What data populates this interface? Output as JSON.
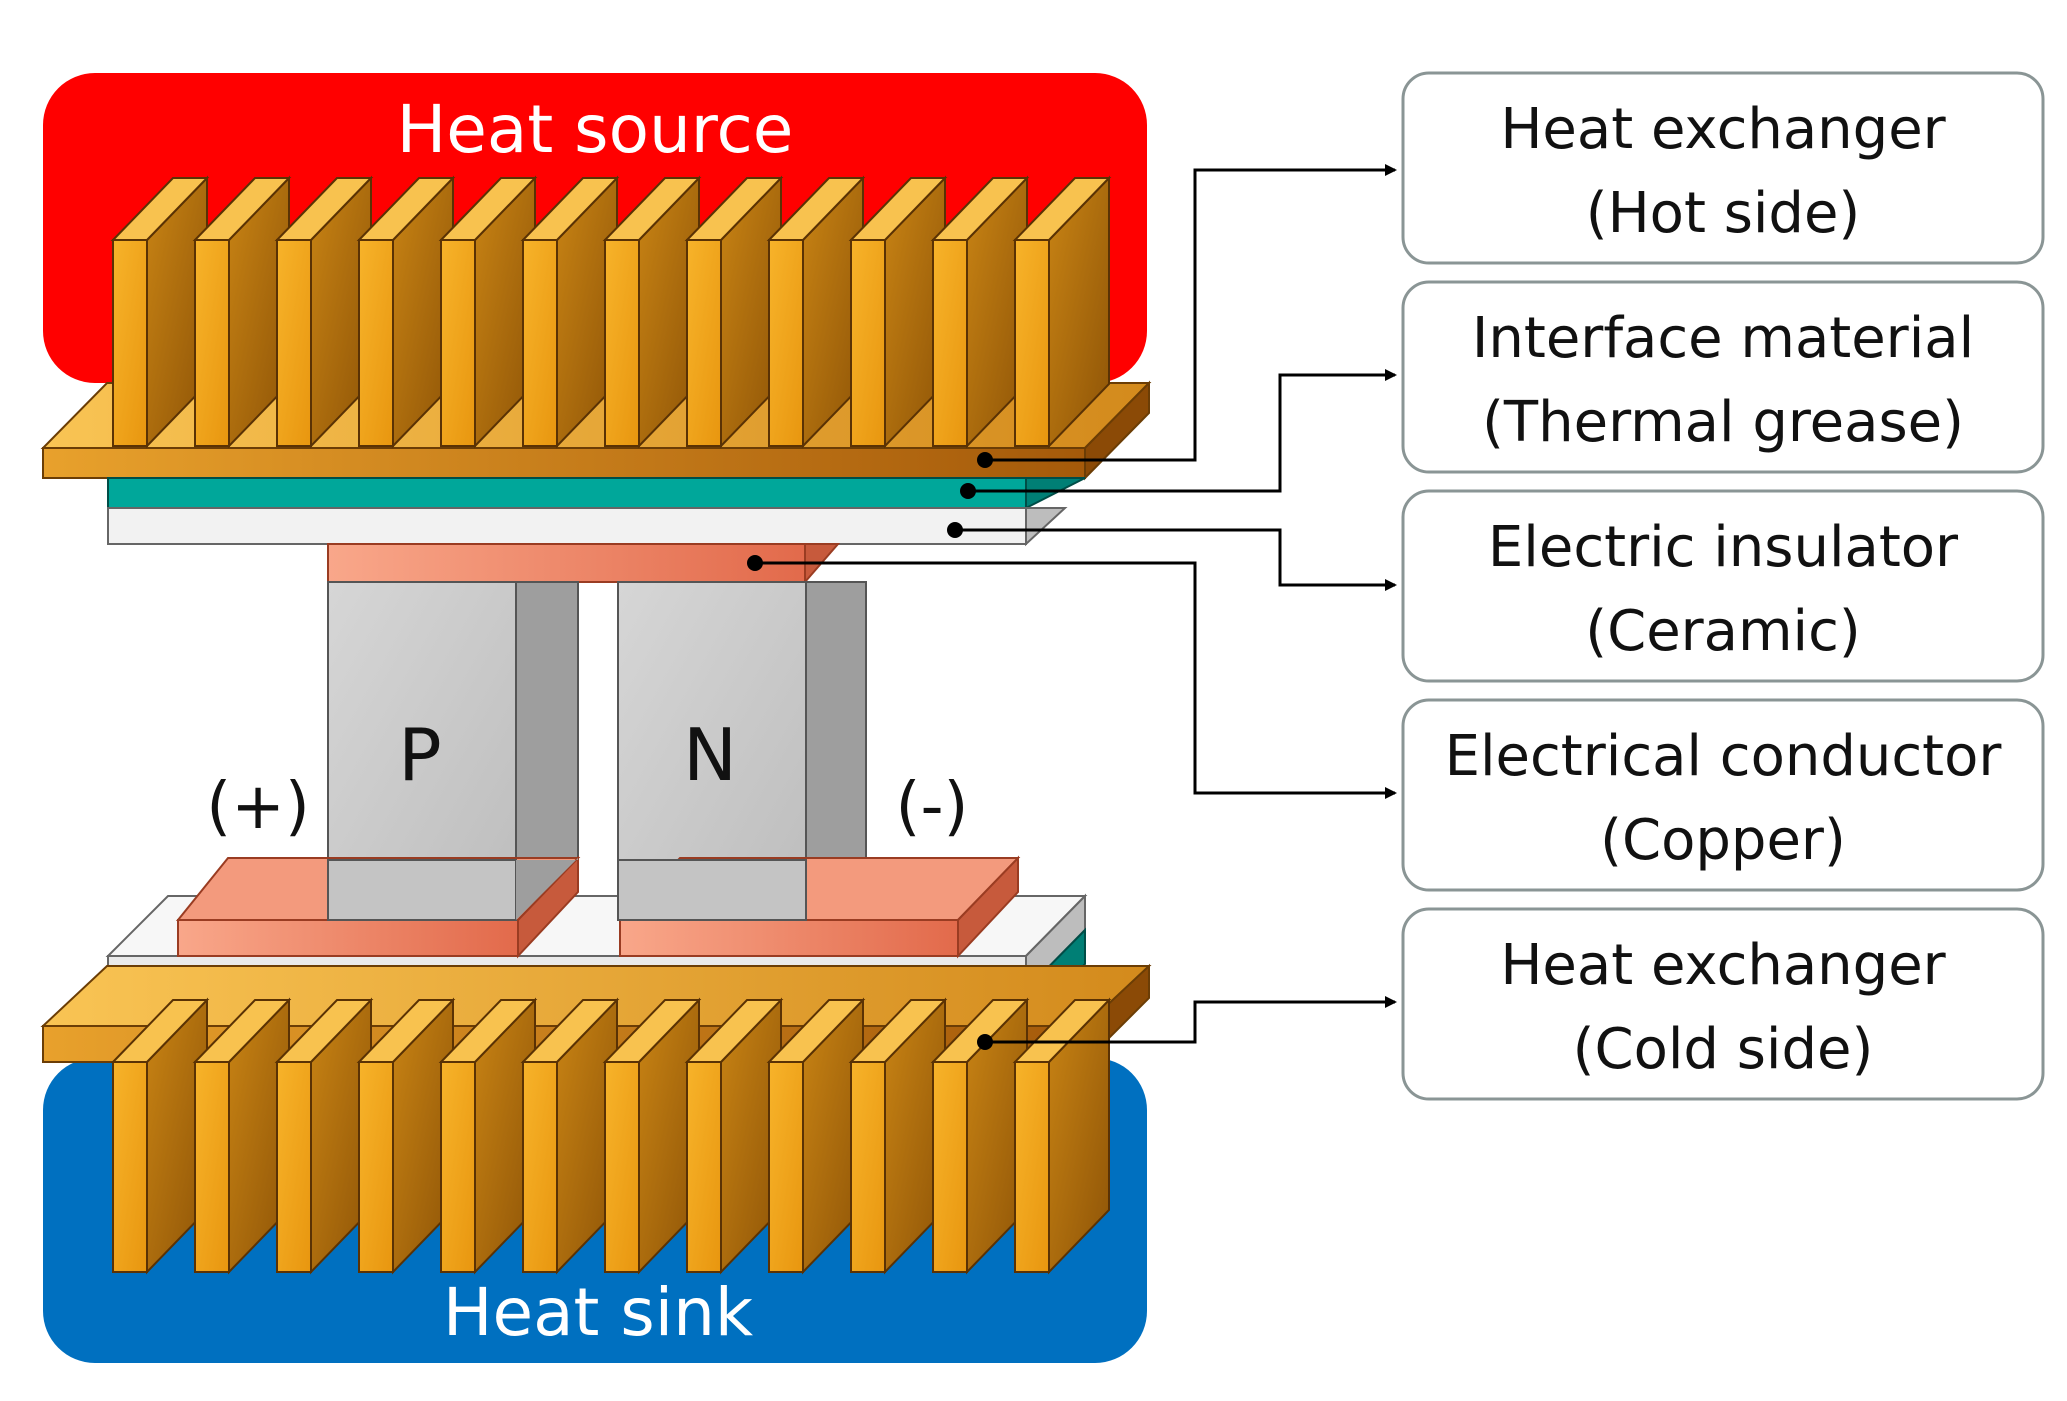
{
  "title": "",
  "colors": {
    "heat_source": "#FF0000",
    "heat_sink": "#0070C0",
    "fin_light": "#F3A81C",
    "fin_dark": "#A0620A",
    "interface": "#00A79A",
    "ceramic": "#EFEFEF",
    "copper": "#F2957A",
    "semiconductor": "#C9C9C9",
    "box_border": "#8A9595"
  },
  "zones": {
    "heat_source": "Heat source",
    "heat_sink": "Heat sink"
  },
  "legs": {
    "p": "P",
    "n": "N"
  },
  "terminals": {
    "positive": "(+)",
    "negative": "(-)"
  },
  "callouts": [
    {
      "name": "hot-exchanger",
      "line1": "Heat exchanger",
      "line2": "(Hot side)"
    },
    {
      "name": "interface-material",
      "line1": "Interface material",
      "line2": "(Thermal grease)"
    },
    {
      "name": "electric-insulator",
      "line1": "Electric insulator",
      "line2": "(Ceramic)"
    },
    {
      "name": "electrical-conductor",
      "line1": "Electrical conductor",
      "line2": "(Copper)"
    },
    {
      "name": "cold-exchanger",
      "line1": "Heat exchanger",
      "line2": "(Cold side)"
    }
  ]
}
